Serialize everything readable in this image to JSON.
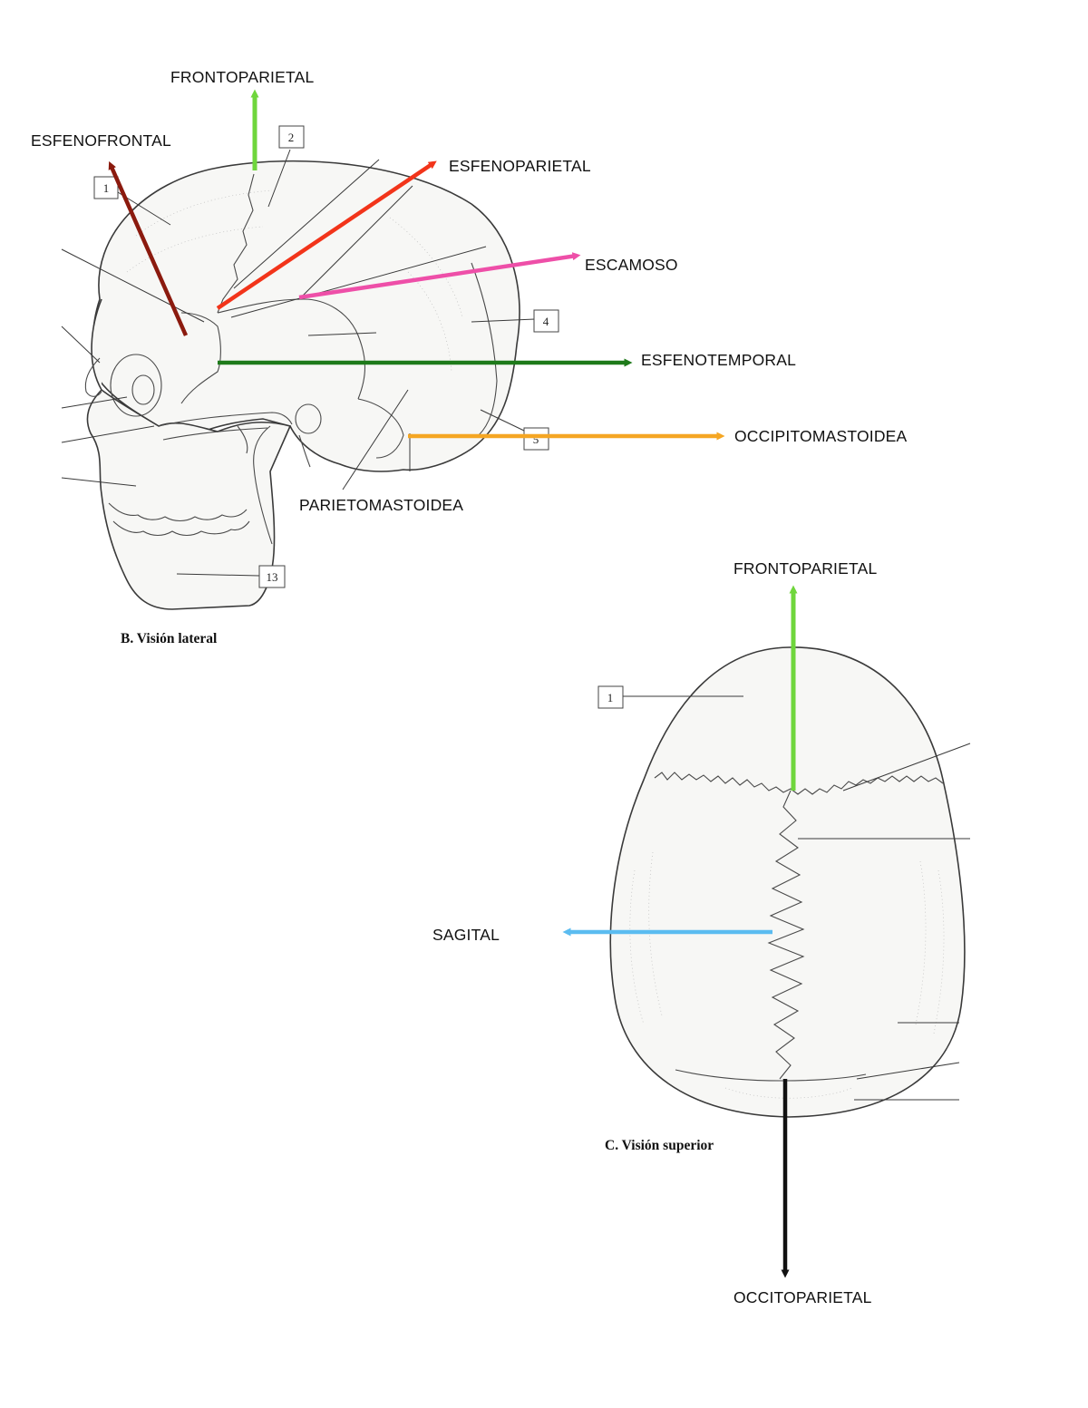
{
  "lateral_view": {
    "caption": "B. Visión lateral",
    "box_numbers": [
      "1",
      "2",
      "4",
      "5",
      "13"
    ],
    "labels": {
      "frontoparietal": "FRONTOPARIETAL",
      "esfenofrontal": "ESFENOFRONTAL",
      "esfenoparietal": "ESFENOPARIETAL",
      "escamoso": "ESCAMOSO",
      "esfenotemporal": "ESFENOTEMPORAL",
      "occipitomastoidea": "OCCIPITOMASTOIDEA",
      "parietomastoidea": "PARIETOMASTOIDEA"
    }
  },
  "superior_view": {
    "caption": "C. Visión superior",
    "box_numbers": [
      "1"
    ],
    "labels": {
      "frontoparietal": "FRONTOPARIETAL",
      "sagital": "SAGITAL",
      "occitoparietal": "OCCITOPARIETAL"
    }
  },
  "colors": {
    "frontoparietal": "#6fd63c",
    "esfenofrontal": "#8b1a0e",
    "esfenoparietal": "#f2341a",
    "escamoso": "#ee4fa8",
    "esfenotemporal": "#1e7a1a",
    "occipitomastoidea": "#f5a623",
    "sagital": "#5bbcf0",
    "occitoparietal": "#111111"
  }
}
